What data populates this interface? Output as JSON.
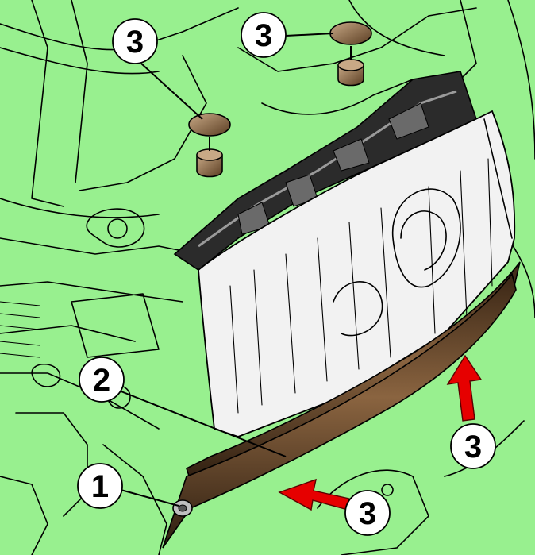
{
  "diagram": {
    "colors": {
      "background": "#98f08f",
      "lens": "#f2f2f2",
      "trim": "#6b4a2e",
      "arrow": "#e60000",
      "callout_fill": "#ffffff",
      "line": "#000000"
    },
    "callouts": [
      {
        "id": "clip-top-left",
        "label": "3"
      },
      {
        "id": "clip-top-right",
        "label": "3"
      },
      {
        "id": "lower-fastener",
        "label": "1"
      },
      {
        "id": "trim-strip",
        "label": "2"
      },
      {
        "id": "push-bottom",
        "label": "3"
      },
      {
        "id": "push-right",
        "label": "3"
      }
    ],
    "arrows": [
      {
        "id": "arrow-bottom",
        "direction": "left"
      },
      {
        "id": "arrow-right",
        "direction": "up"
      }
    ]
  }
}
